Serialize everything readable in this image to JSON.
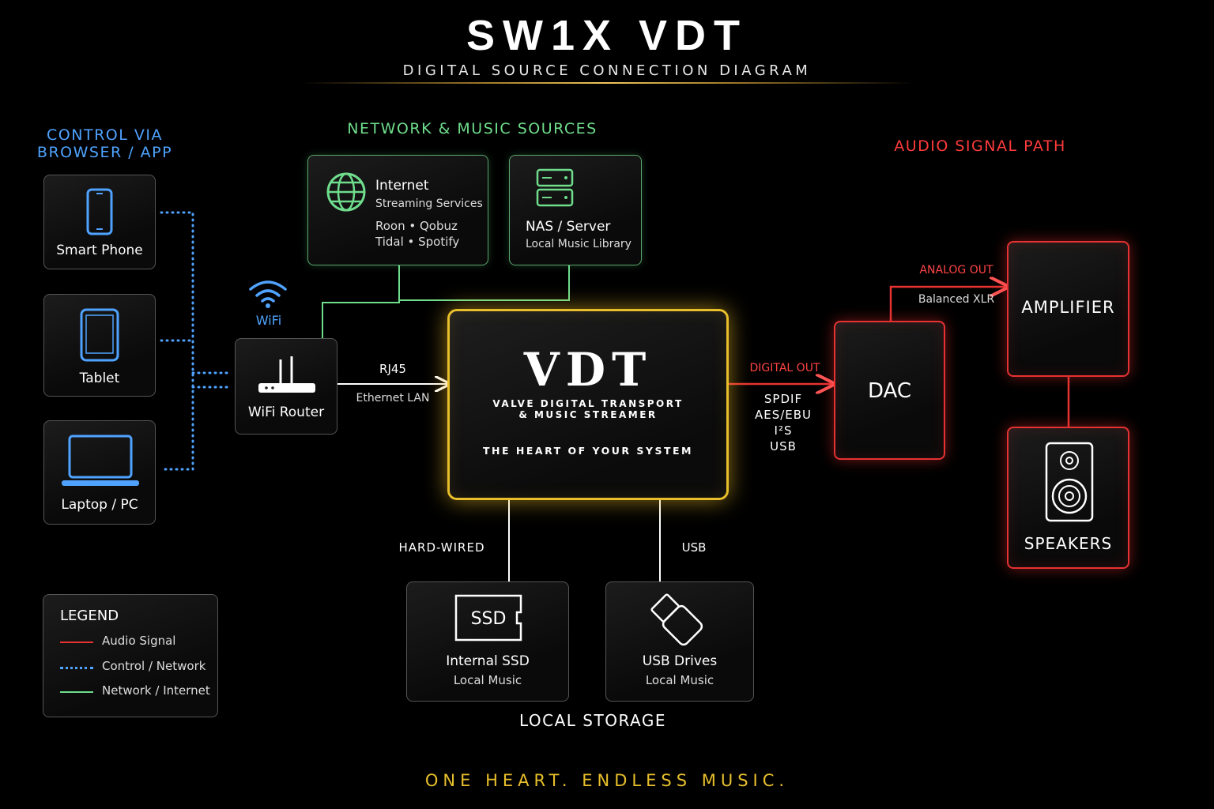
{
  "header": {
    "title": "SW1X VDT",
    "subtitle": "DIGITAL SOURCE CONNECTION DIAGRAM"
  },
  "sections": {
    "control_line1": "CONTROL VIA",
    "control_line2": "BROWSER / APP",
    "network_sources": "NETWORK & MUSIC SOURCES",
    "audio_signal_path": "AUDIO SIGNAL PATH",
    "local_storage": "LOCAL STORAGE"
  },
  "control_devices": {
    "smartphone": "Smart Phone",
    "tablet": "Tablet",
    "laptop": "Laptop / PC"
  },
  "wifi": {
    "label": "WiFi",
    "router_label": "WiFi Router"
  },
  "network": {
    "internet_title": "Internet",
    "internet_sub": "Streaming Services",
    "services_line1": "Roon • Qobuz",
    "services_line2": "Tidal • Spotify",
    "nas_title": "NAS / Server",
    "nas_sub": "Local Music Library"
  },
  "ethernet": {
    "label": "RJ45",
    "sub": "Ethernet LAN"
  },
  "vdt": {
    "title": "VDT",
    "line1": "VALVE DIGITAL TRANSPORT",
    "line2": "& MUSIC STREAMER",
    "tagline": "THE HEART OF YOUR SYSTEM"
  },
  "digital_out": {
    "label": "DIGITAL OUT",
    "formats": [
      "SPDIF",
      "AES/EBU",
      "I²S",
      "USB"
    ]
  },
  "dac": {
    "label": "DAC"
  },
  "analog_out": {
    "label": "ANALOG OUT",
    "sub": "Balanced XLR"
  },
  "amplifier": {
    "label": "AMPLIFIER"
  },
  "speakers": {
    "label": "SPEAKERS"
  },
  "storage": {
    "hardwired_label": "HARD-WIRED",
    "usb_label": "USB",
    "ssd_icon_text": "SSD",
    "ssd_title": "Internal SSD",
    "ssd_sub": "Local Music",
    "usb_title": "USB Drives",
    "usb_sub": "Local Music"
  },
  "legend": {
    "title": "LEGEND",
    "items": [
      {
        "label": "Audio Signal",
        "color": "#e63232",
        "style": "solid"
      },
      {
        "label": "Control / Network",
        "color": "#4fa3ff",
        "style": "dotted"
      },
      {
        "label": "Network / Internet",
        "color": "#6fdd8c",
        "style": "solid"
      }
    ]
  },
  "footer": {
    "tagline": "ONE HEART. ENDLESS MUSIC."
  },
  "colors": {
    "audio": "#e63232",
    "control": "#4fa3ff",
    "network": "#6fdd8c",
    "accent_gold": "#e8bf2b",
    "background": "#000000"
  }
}
